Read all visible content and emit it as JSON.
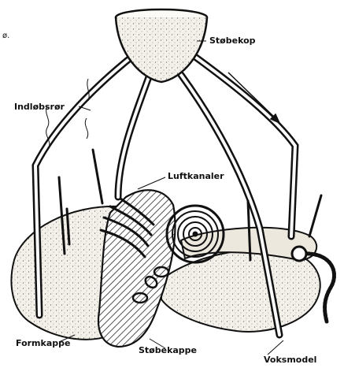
{
  "labels": {
    "stobekop": "Støbekop",
    "indlobsror": "Indløbsrør",
    "luftkanaler": "Luftkanaler",
    "formkappe": "Formkappe",
    "stobekappe": "Støbekappe",
    "voksmodel": "Voksmodel",
    "corner_fragment": "ø."
  },
  "colors": {
    "ink": "#111111",
    "paper": "#ffffff",
    "mould": "#f4f1ea",
    "hatch": "#2a2a2a"
  }
}
